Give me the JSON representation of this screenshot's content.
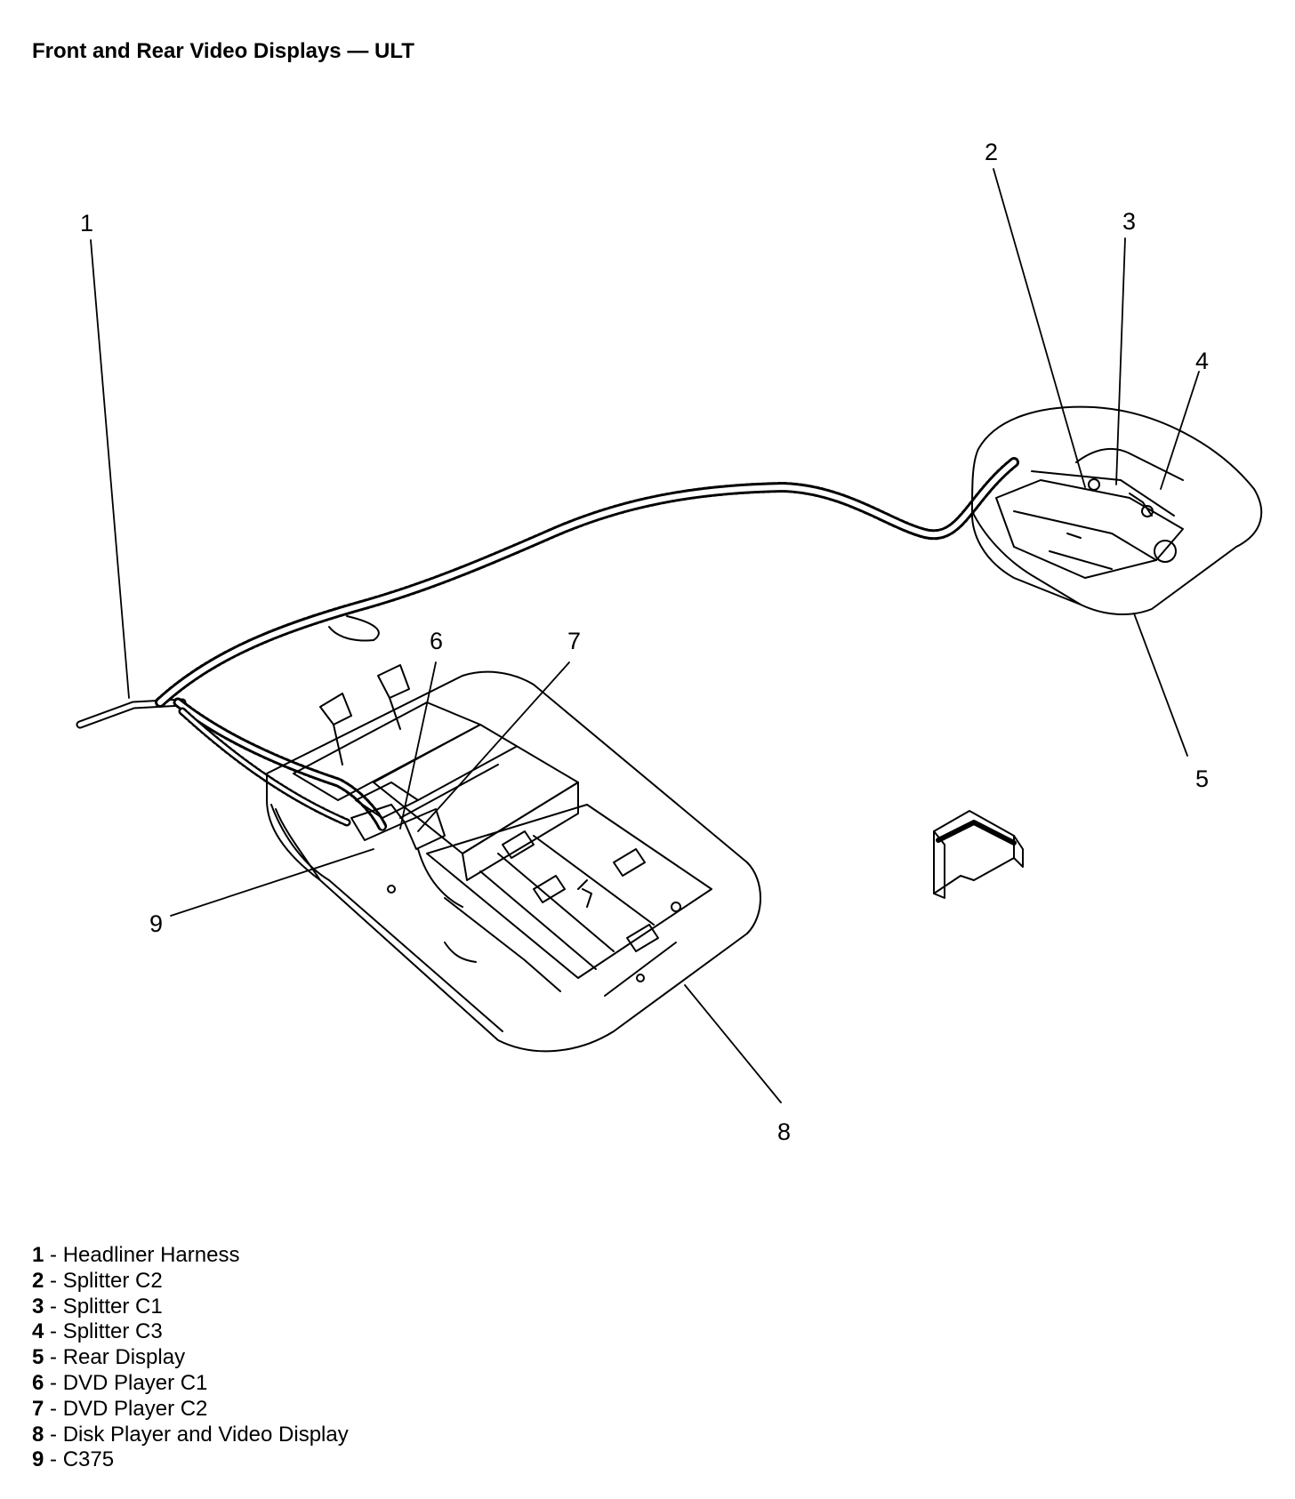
{
  "title": "Front and Rear Video Displays — ULT",
  "callouts": [
    "1",
    "2",
    "3",
    "4",
    "5",
    "6",
    "7",
    "8",
    "9"
  ],
  "legend": [
    {
      "num": "1",
      "sep": " - ",
      "text": "Headliner Harness"
    },
    {
      "num": "2",
      "sep": " - ",
      "text": "Splitter C2"
    },
    {
      "num": "3",
      "sep": " - ",
      "text": "Splitter C1"
    },
    {
      "num": "4",
      "sep": " - ",
      "text": "Splitter C3"
    },
    {
      "num": "5",
      "sep": " - ",
      "text": "Rear Display"
    },
    {
      "num": "6",
      "sep": " - ",
      "text": "DVD Player C1"
    },
    {
      "num": "7",
      "sep": " - ",
      "text": "DVD Player C2"
    },
    {
      "num": "8",
      "sep": " - ",
      "text": "Disk Player and Video Display"
    },
    {
      "num": "9",
      "sep": " - ",
      "text": "C375"
    }
  ]
}
